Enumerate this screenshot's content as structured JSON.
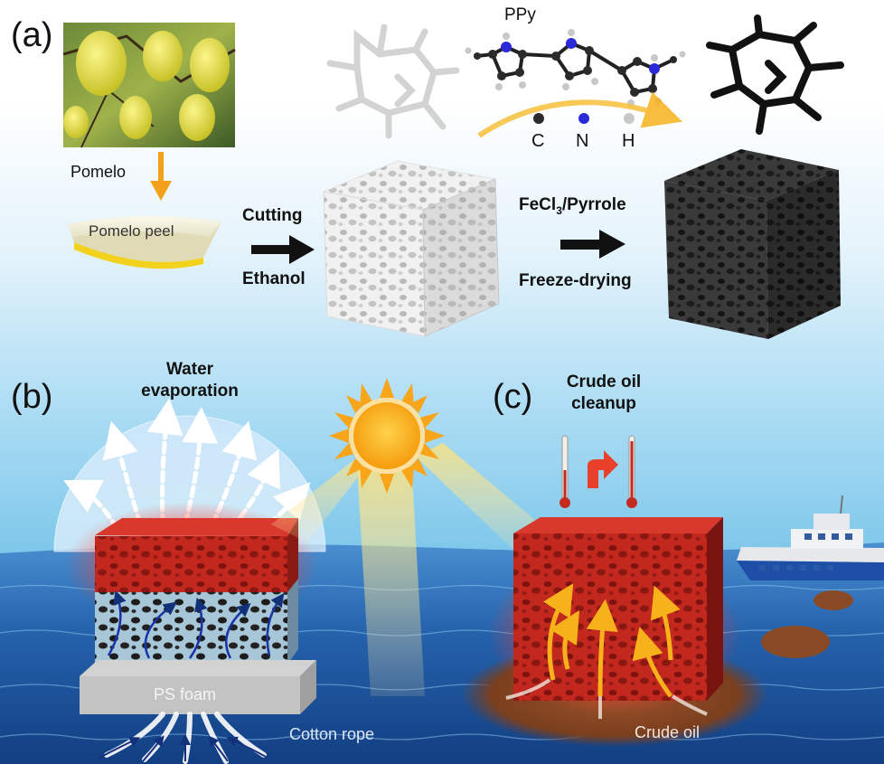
{
  "panel_a": {
    "label": "(a)",
    "pomelo_label": "Pomelo",
    "peel_label": "Pomelo peel",
    "step1_top": "Cutting",
    "step1_bottom": "Ethanol",
    "step2_top_main": "FeCl",
    "step2_top_sub": "3",
    "step2_top_rest": "/Pyrrole",
    "step2_bottom": "Freeze-drying",
    "molecule_title": "PPy",
    "legend": [
      {
        "symbol": "C",
        "color": "#2b2b2b"
      },
      {
        "symbol": "N",
        "color": "#2a2ad8"
      },
      {
        "symbol": "H",
        "color": "#c8c8c8"
      }
    ]
  },
  "panel_b": {
    "label": "(b)",
    "title_line1": "Water",
    "title_line2": "evaporation",
    "ps_foam": "PS foam",
    "cotton_rope": "Cotton rope"
  },
  "panel_c": {
    "label": "(c)",
    "title_line1": "Crude oil",
    "title_line2": "cleanup",
    "crude_oil": "Crude oil"
  },
  "colors": {
    "sky_top": "#ffffff",
    "sky_bottom": "#9fd6f2",
    "sea": "#1f66b5",
    "heated_red": "#c0271c",
    "oil_brown": "#8a4a26",
    "arrow_orange": "#f3a11a",
    "sun": "#fbb41c"
  }
}
